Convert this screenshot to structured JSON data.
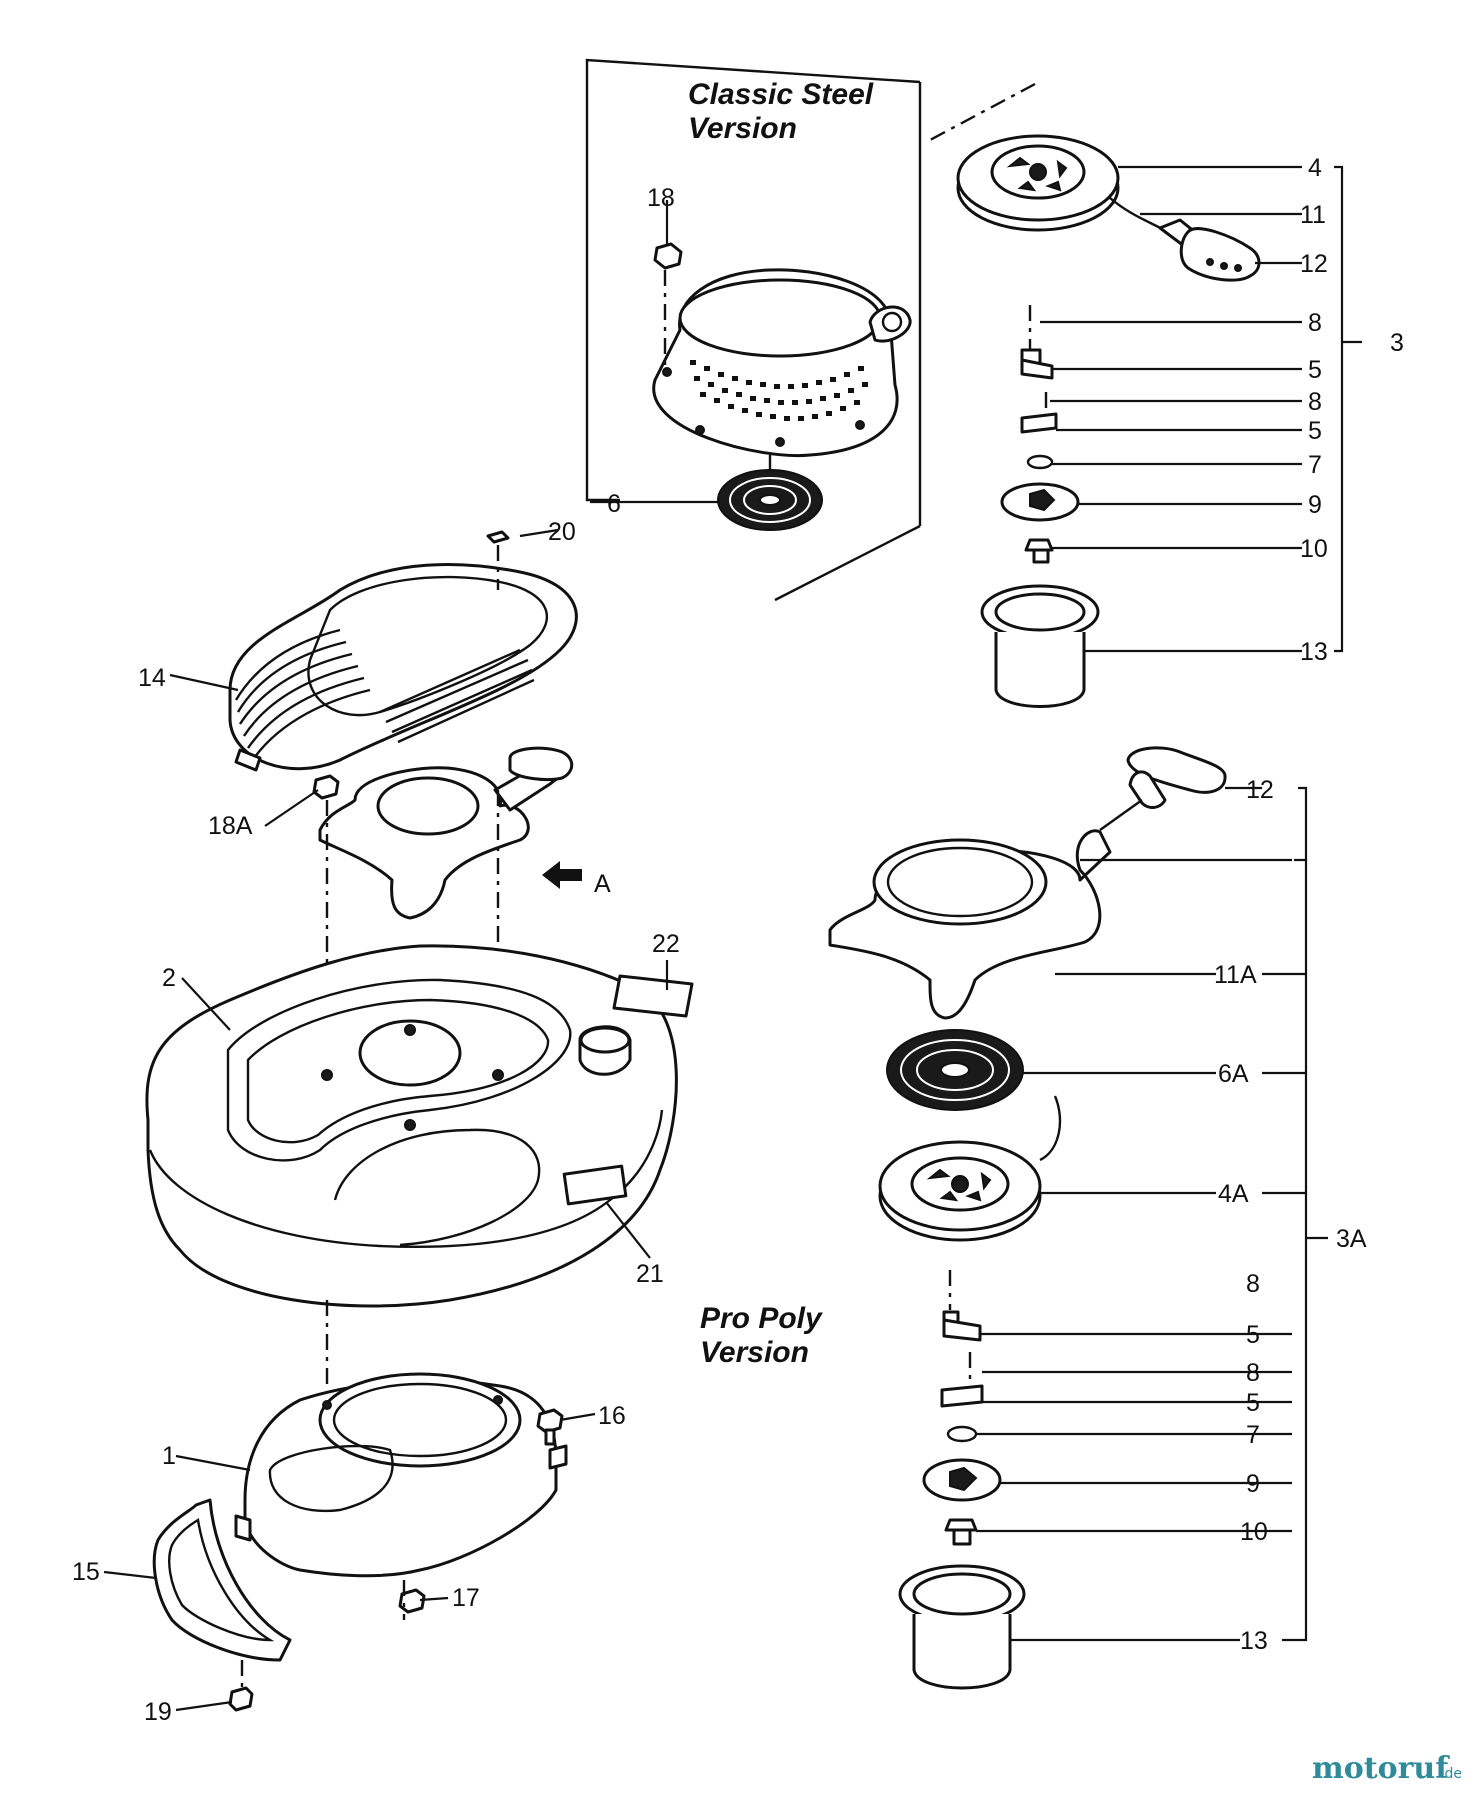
{
  "versions": {
    "classic_line1": "Classic Steel",
    "classic_line2": "Version",
    "pro_line1": "Pro Poly",
    "pro_line2": "Version"
  },
  "view_arrow_label": "A",
  "watermark": {
    "name": "motoruf",
    "suffix": ".de"
  },
  "callouts": {
    "c4": "4",
    "c11": "11",
    "c12": "12",
    "c3": "3",
    "c8a": "8",
    "c5a": "5",
    "c8b": "8",
    "c5b": "5",
    "c7": "7",
    "c9": "9",
    "c10": "10",
    "c13": "13",
    "c18": "18",
    "c6": "6",
    "c20": "20",
    "c14": "14",
    "c18A": "18A",
    "c22": "22",
    "c2": "2",
    "c21": "21",
    "c16": "16",
    "c1": "1",
    "c15": "15",
    "c17": "17",
    "c19": "19",
    "p12": "12",
    "p11A": "11A",
    "p6A": "6A",
    "p4A": "4A",
    "p3A": "3A",
    "p8a": "8",
    "p5a": "5",
    "p8b": "8",
    "p5b": "5",
    "p7": "7",
    "p9": "9",
    "p10": "10",
    "p13": "13"
  }
}
